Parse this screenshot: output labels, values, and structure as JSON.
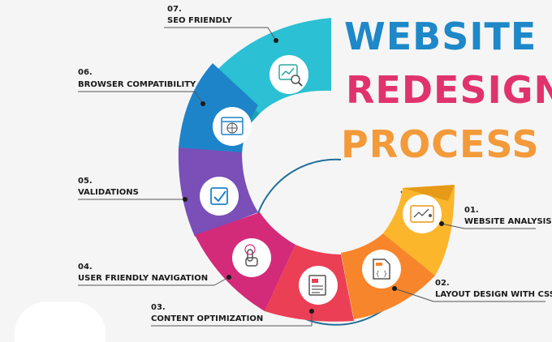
{
  "title": {
    "line1": "WEBSITE",
    "line2": "REDESIGN",
    "line3": "PROCESS"
  },
  "steps": [
    {
      "num": "01.",
      "label": "WEBSITE ANALYSIS",
      "color": "#fbb62b",
      "icon": "analysis-dashboard-icon"
    },
    {
      "num": "02.",
      "label": "LAYOUT DESIGN WITH CSS",
      "color": "#f7852b",
      "icon": "css-file-icon"
    },
    {
      "num": "03.",
      "label": "CONTENT OPTIMIZATION",
      "color": "#ea3f55",
      "icon": "document-icon"
    },
    {
      "num": "04.",
      "label": "USER FRIENDLY NAVIGATION",
      "color": "#d42a7a",
      "icon": "hand-pointer-icon"
    },
    {
      "num": "05.",
      "label": "VALIDATIONS",
      "color": "#7a4fb8",
      "icon": "checkbox-icon"
    },
    {
      "num": "06.",
      "label": "BROWSER COMPATIBILITY",
      "color": "#1e84c9",
      "icon": "browser-globe-icon"
    },
    {
      "num": "07.",
      "label": "SEO FRIENDLY",
      "color": "#2bc0d4",
      "icon": "seo-magnifier-icon"
    }
  ],
  "colors": {
    "title1": "#1e88c8",
    "title2": "#e0336e",
    "title3": "#f39a3a",
    "background": "#f5f5f5"
  }
}
